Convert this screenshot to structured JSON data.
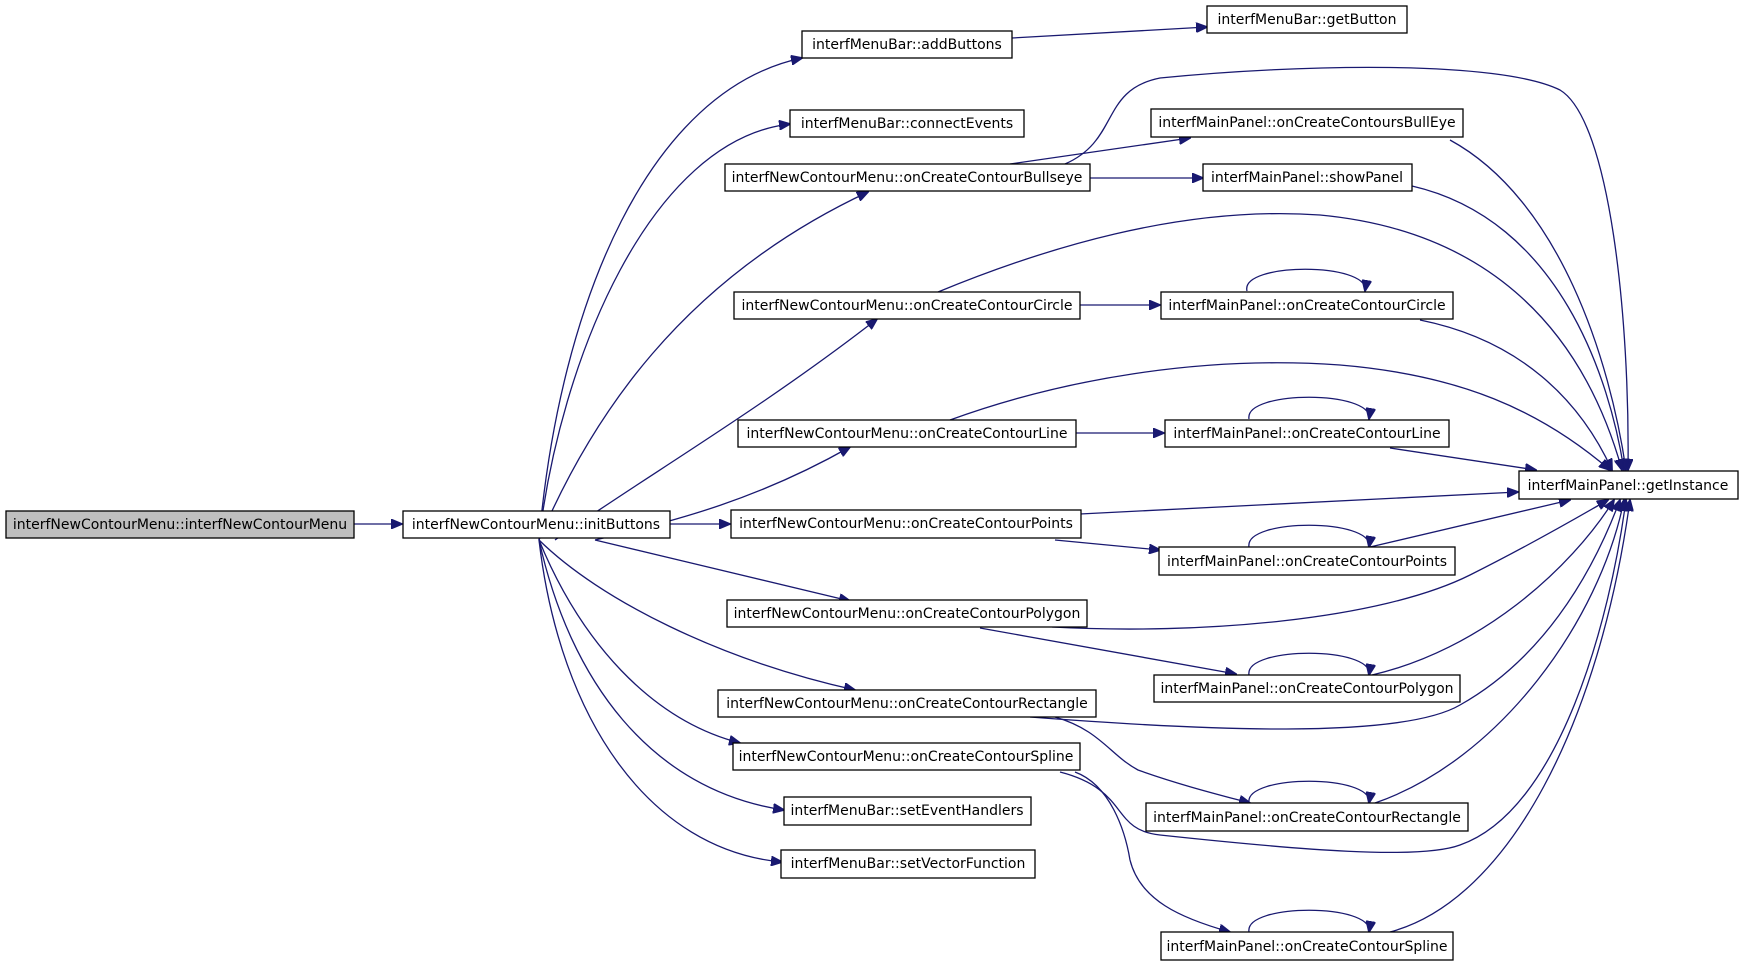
{
  "nodes": [
    {
      "id": "n_root",
      "label": "interfNewContourMenu::interfNewContourMenu",
      "root": true
    },
    {
      "id": "n_init",
      "label": "interfNewContourMenu::initButtons"
    },
    {
      "id": "n_addButtons",
      "label": "interfMenuBar::addButtons"
    },
    {
      "id": "n_getButton",
      "label": "interfMenuBar::getButton"
    },
    {
      "id": "n_connectEvents",
      "label": "interfMenuBar::connectEvents"
    },
    {
      "id": "n_bullseye",
      "label": "interfNewContourMenu::onCreateContourBullseye"
    },
    {
      "id": "n_mpBullEye",
      "label": "interfMainPanel::onCreateContoursBullEye"
    },
    {
      "id": "n_showPanel",
      "label": "interfMainPanel::showPanel"
    },
    {
      "id": "n_circle",
      "label": "interfNewContourMenu::onCreateContourCircle"
    },
    {
      "id": "n_mpCircle",
      "label": "interfMainPanel::onCreateContourCircle"
    },
    {
      "id": "n_line",
      "label": "interfNewContourMenu::onCreateContourLine"
    },
    {
      "id": "n_mpLine",
      "label": "interfMainPanel::onCreateContourLine"
    },
    {
      "id": "n_getInstance",
      "label": "interfMainPanel::getInstance"
    },
    {
      "id": "n_points",
      "label": "interfNewContourMenu::onCreateContourPoints"
    },
    {
      "id": "n_mpPoints",
      "label": "interfMainPanel::onCreateContourPoints"
    },
    {
      "id": "n_polygon",
      "label": "interfNewContourMenu::onCreateContourPolygon"
    },
    {
      "id": "n_mpPolygon",
      "label": "interfMainPanel::onCreateContourPolygon"
    },
    {
      "id": "n_rectangle",
      "label": "interfNewContourMenu::onCreateContourRectangle"
    },
    {
      "id": "n_mpRectangle",
      "label": "interfMainPanel::onCreateContourRectangle"
    },
    {
      "id": "n_spline",
      "label": "interfNewContourMenu::onCreateContourSpline"
    },
    {
      "id": "n_mpSpline",
      "label": "interfMainPanel::onCreateContourSpline"
    },
    {
      "id": "n_setEventHandlers",
      "label": "interfMenuBar::setEventHandlers"
    },
    {
      "id": "n_setVectorFunction",
      "label": "interfMenuBar::setVectorFunction"
    }
  ],
  "edges": [
    {
      "from": "n_root",
      "to": "n_init"
    },
    {
      "from": "n_init",
      "to": "n_addButtons"
    },
    {
      "from": "n_init",
      "to": "n_connectEvents"
    },
    {
      "from": "n_init",
      "to": "n_bullseye"
    },
    {
      "from": "n_init",
      "to": "n_circle"
    },
    {
      "from": "n_init",
      "to": "n_line"
    },
    {
      "from": "n_init",
      "to": "n_points"
    },
    {
      "from": "n_init",
      "to": "n_polygon"
    },
    {
      "from": "n_init",
      "to": "n_rectangle"
    },
    {
      "from": "n_init",
      "to": "n_spline"
    },
    {
      "from": "n_init",
      "to": "n_setEventHandlers"
    },
    {
      "from": "n_init",
      "to": "n_setVectorFunction"
    },
    {
      "from": "n_addButtons",
      "to": "n_getButton"
    },
    {
      "from": "n_bullseye",
      "to": "n_mpBullEye"
    },
    {
      "from": "n_bullseye",
      "to": "n_showPanel"
    },
    {
      "from": "n_bullseye",
      "to": "n_getInstance"
    },
    {
      "from": "n_mpBullEye",
      "to": "n_getInstance"
    },
    {
      "from": "n_showPanel",
      "to": "n_getInstance"
    },
    {
      "from": "n_circle",
      "to": "n_mpCircle"
    },
    {
      "from": "n_circle",
      "to": "n_getInstance"
    },
    {
      "from": "n_mpCircle",
      "to": "n_mpCircle"
    },
    {
      "from": "n_mpCircle",
      "to": "n_getInstance"
    },
    {
      "from": "n_line",
      "to": "n_mpLine"
    },
    {
      "from": "n_line",
      "to": "n_getInstance"
    },
    {
      "from": "n_mpLine",
      "to": "n_mpLine"
    },
    {
      "from": "n_mpLine",
      "to": "n_getInstance"
    },
    {
      "from": "n_points",
      "to": "n_getInstance"
    },
    {
      "from": "n_points",
      "to": "n_mpPoints"
    },
    {
      "from": "n_mpPoints",
      "to": "n_mpPoints"
    },
    {
      "from": "n_mpPoints",
      "to": "n_getInstance"
    },
    {
      "from": "n_polygon",
      "to": "n_getInstance"
    },
    {
      "from": "n_polygon",
      "to": "n_mpPolygon"
    },
    {
      "from": "n_mpPolygon",
      "to": "n_mpPolygon"
    },
    {
      "from": "n_mpPolygon",
      "to": "n_getInstance"
    },
    {
      "from": "n_rectangle",
      "to": "n_getInstance"
    },
    {
      "from": "n_rectangle",
      "to": "n_mpRectangle"
    },
    {
      "from": "n_mpRectangle",
      "to": "n_mpRectangle"
    },
    {
      "from": "n_mpRectangle",
      "to": "n_getInstance"
    },
    {
      "from": "n_spline",
      "to": "n_getInstance"
    },
    {
      "from": "n_spline",
      "to": "n_mpSpline"
    },
    {
      "from": "n_mpSpline",
      "to": "n_mpSpline"
    },
    {
      "from": "n_mpSpline",
      "to": "n_getInstance"
    }
  ],
  "colors": {
    "edge": "#191970",
    "root_fill": "#bfbfbf",
    "node_fill": "#ffffff",
    "node_stroke": "#000000"
  }
}
